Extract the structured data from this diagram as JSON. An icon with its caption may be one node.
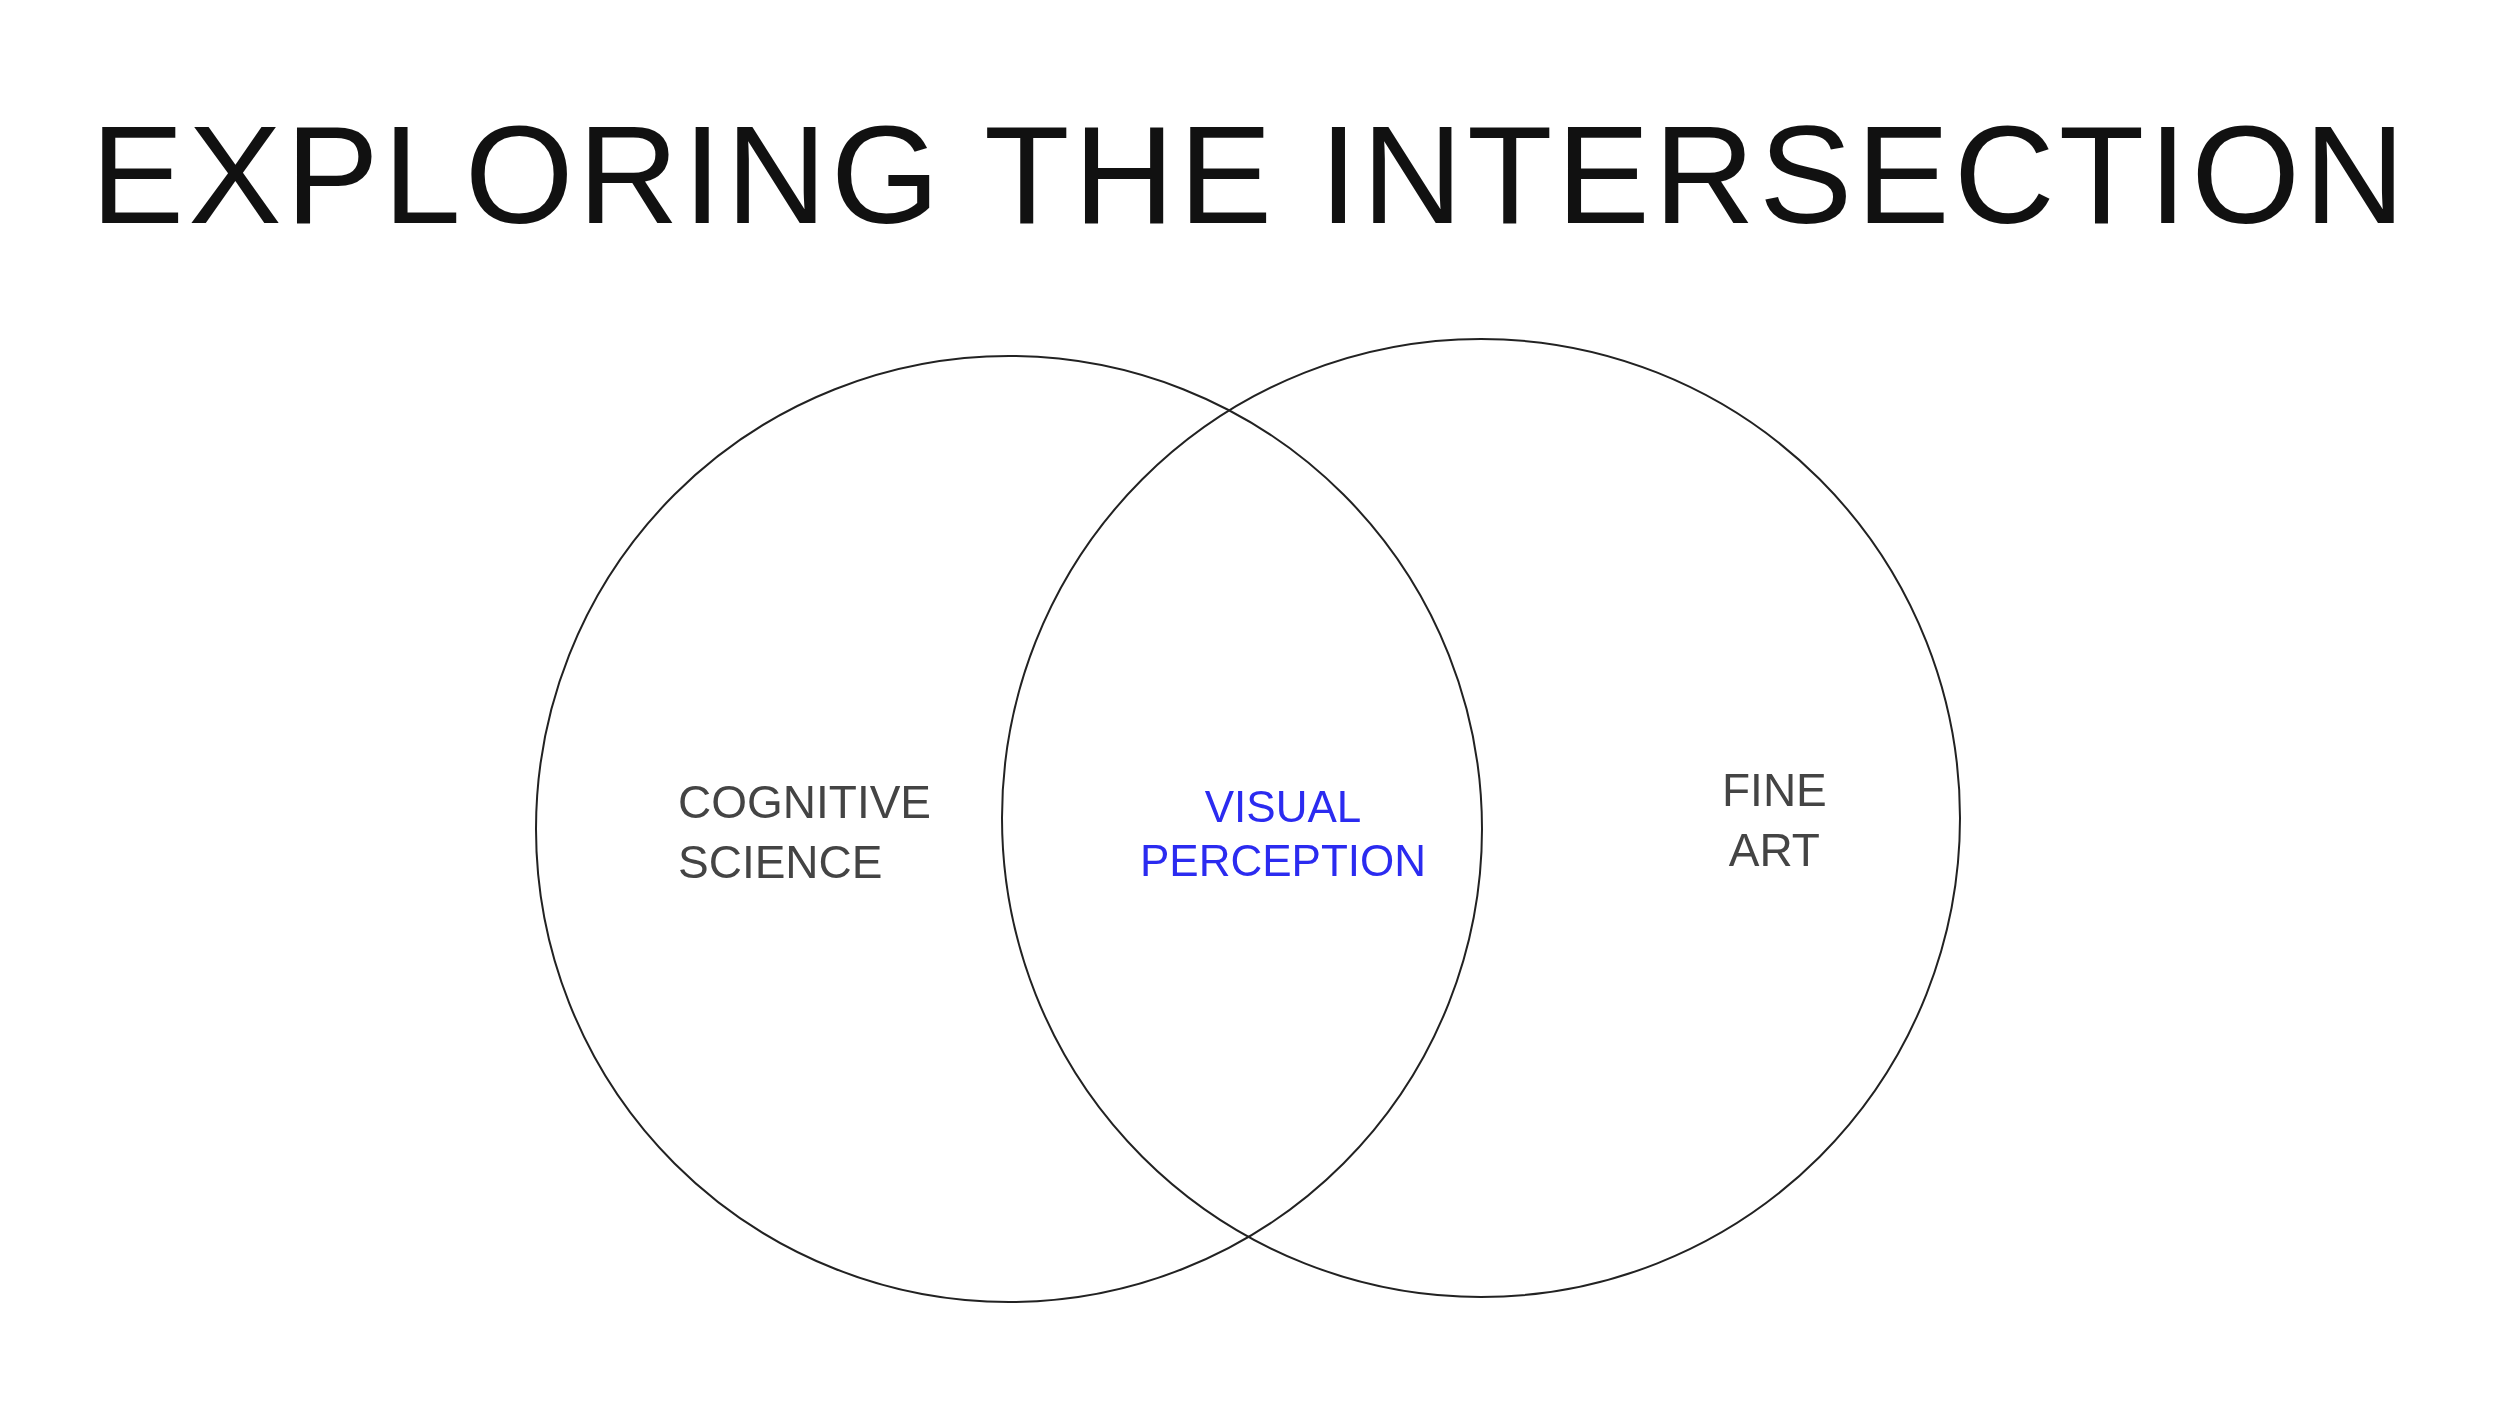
{
  "diagram": {
    "title": "EXPLORING THE INTERSECTION",
    "nodes": [
      {
        "text": [
          "COGNITIVE SCIENCE"
        ]
      },
      {
        "text": [
          "FINE ART"
        ]
      }
    ],
    "labels": [
      "VISUAL PERCEPTION"
    ]
  }
}
